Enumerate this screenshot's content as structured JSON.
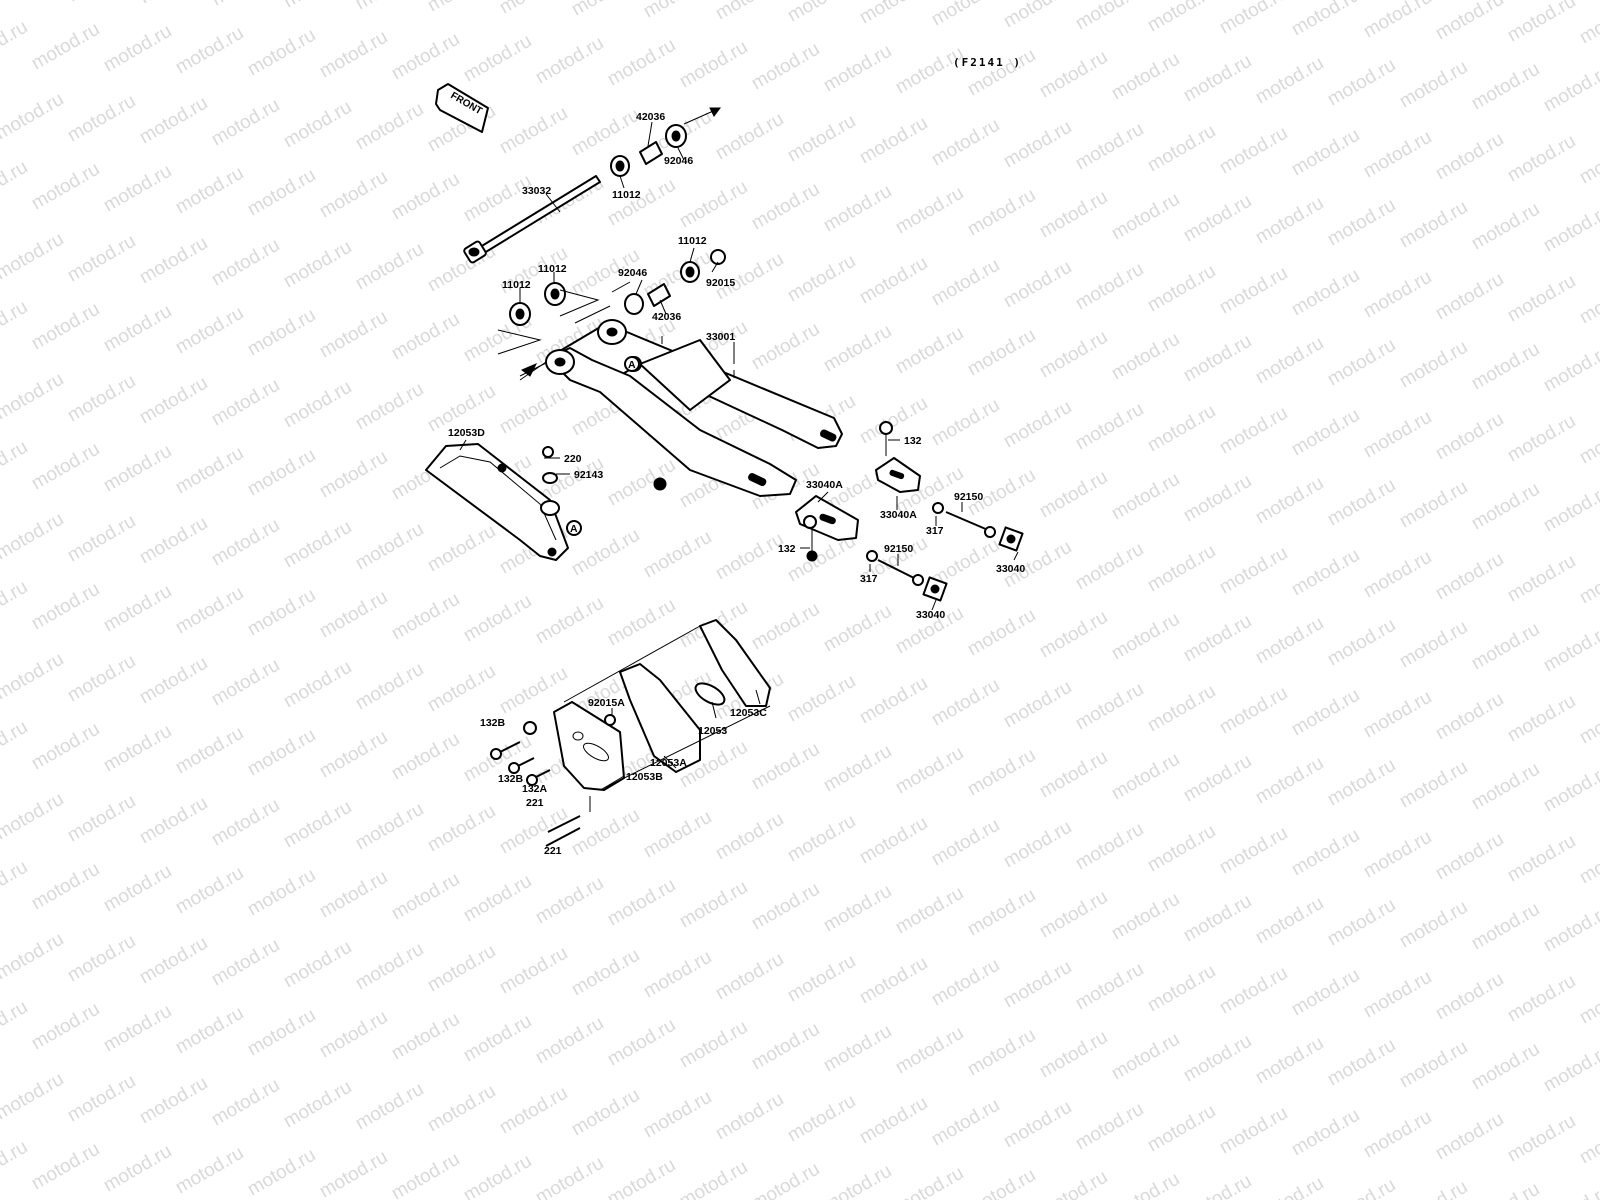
{
  "diagram_code": "(F2141 )",
  "front_label": "FRONT",
  "watermark": "motod.ru",
  "callouts": {
    "c_42036_top": "42036",
    "c_92046_top": "92046",
    "c_11012_top": "11012",
    "c_33032": "33032",
    "c_11012_right": "11012",
    "c_92046_mid": "92046",
    "c_92015": "92015",
    "c_42036_mid": "42036",
    "c_11012_left": "11012",
    "c_11012_mid": "11012",
    "c_33001": "33001",
    "c_132_right": "132",
    "c_12053D": "12053D",
    "c_220": "220",
    "c_92143": "92143",
    "c_33040A_left": "33040A",
    "c_33040A_right": "33040A",
    "c_92150_right": "92150",
    "c_317_right": "317",
    "c_33040_right": "33040",
    "c_132_left": "132",
    "c_92150_left": "92150",
    "c_317_left": "317",
    "c_33040_left": "33040",
    "c_92015A": "92015A",
    "c_12053": "12053",
    "c_12053C": "12053C",
    "c_132B_top": "132B",
    "c_132B_bot": "132B",
    "c_132A": "132A",
    "c_12053A": "12053A",
    "c_12053B": "12053B",
    "c_221_top": "221",
    "c_221_bot": "221"
  },
  "reference_marks": [
    "A",
    "A"
  ]
}
